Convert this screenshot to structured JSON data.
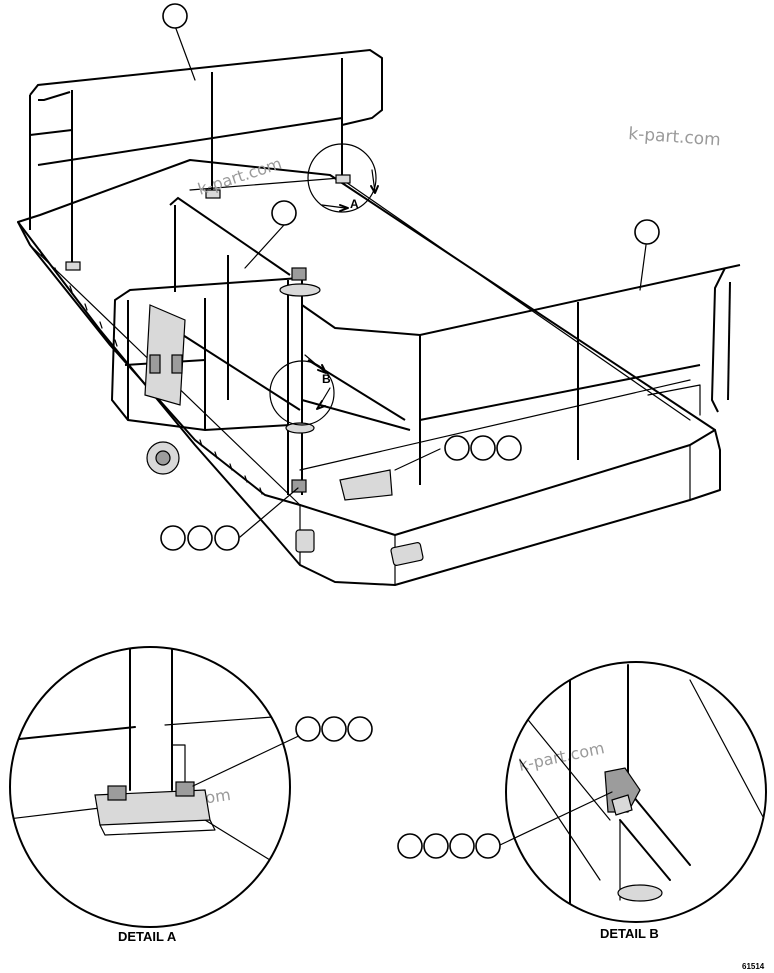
{
  "callouts": {
    "view_a_marker": "A",
    "view_b_marker": "B"
  },
  "details": {
    "detail_a_title": "DETAIL A",
    "detail_b_title": "DETAIL B"
  },
  "drawing_number": "61514",
  "watermark": "k-part.com"
}
